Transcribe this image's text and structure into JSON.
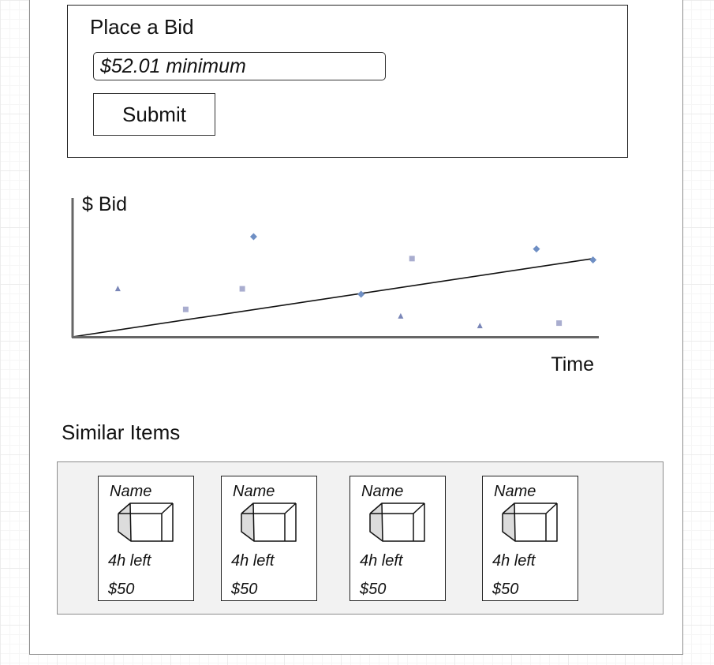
{
  "bid_form": {
    "title": "Place a Bid",
    "input_placeholder": "$52.01 minimum",
    "submit_label": "Submit"
  },
  "chart_data": {
    "type": "scatter",
    "ylabel": "$ Bid",
    "xlabel": "Time",
    "grid": false,
    "xlim": [
      0,
      100
    ],
    "ylim": [
      0,
      100
    ],
    "trend_line": {
      "start": [
        0,
        0
      ],
      "end": [
        92,
        57
      ]
    },
    "series": [
      {
        "marker": "triangle",
        "color": "#7a86b8",
        "points": [
          [
            8,
            35
          ],
          [
            58,
            15
          ],
          [
            72,
            8
          ]
        ]
      },
      {
        "marker": "square",
        "color": "#a9adcf",
        "points": [
          [
            20,
            20
          ],
          [
            30,
            35
          ],
          [
            60,
            57
          ],
          [
            86,
            10
          ]
        ]
      },
      {
        "marker": "diamond",
        "color": "#6f8fc4",
        "points": [
          [
            32,
            73
          ],
          [
            51,
            31
          ],
          [
            82,
            64
          ],
          [
            92,
            56
          ]
        ]
      }
    ]
  },
  "similar": {
    "title": "Similar Items",
    "items": [
      {
        "name": "Name",
        "time_left": "4h left",
        "price": "$50",
        "icon": "box-icon"
      },
      {
        "name": "Name",
        "time_left": "4h left",
        "price": "$50",
        "icon": "box-icon"
      },
      {
        "name": "Name",
        "time_left": "4h left",
        "price": "$50",
        "icon": "box-icon"
      },
      {
        "name": "Name",
        "time_left": "4h left",
        "price": "$50",
        "icon": "box-icon"
      }
    ]
  }
}
